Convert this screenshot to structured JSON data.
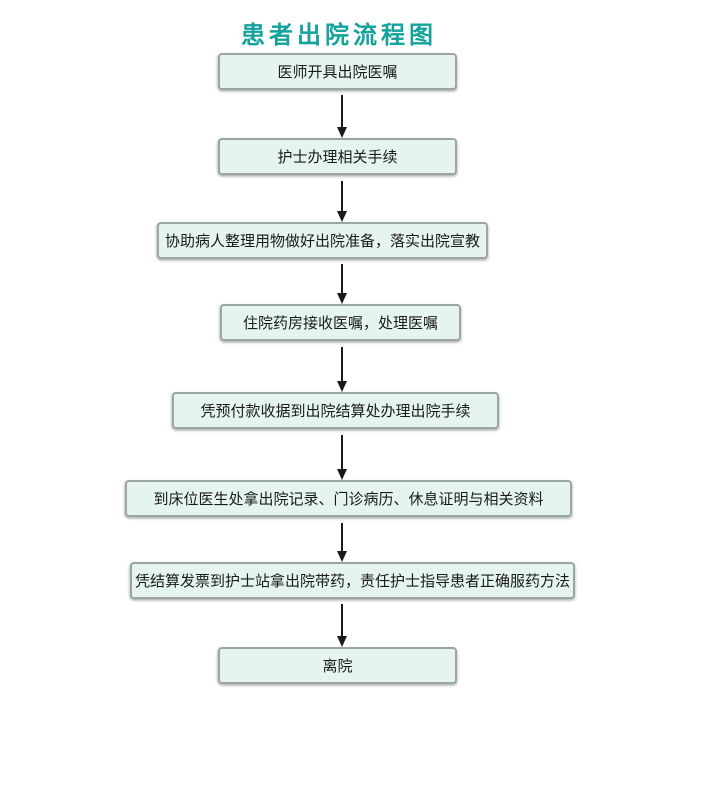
{
  "title": {
    "text": "患者出院流程图",
    "color": "#14A29C"
  },
  "flowchart": {
    "type": "flowchart",
    "direction": "top-down",
    "steps": [
      {
        "label": "医师开具出院医嘱"
      },
      {
        "label": "护士办理相关手续"
      },
      {
        "label": "协助病人整理用物做好出院准备，落实出院宣教"
      },
      {
        "label": "住院药房接收医嘱，处理医嘱"
      },
      {
        "label": "凭预付款收据到出院结算处办理出院手续"
      },
      {
        "label": "到床位医生处拿出院记录、门诊病历、休息证明与相关资料"
      },
      {
        "label": "凭结算发票到护士站拿出院带药，责任护士指导患者正确服药方法"
      },
      {
        "label": "离院"
      }
    ],
    "connector": "arrow-down",
    "colors": {
      "box_fill": "#E6F4F1",
      "box_border": "#9BA5A3",
      "box_text": "#1A1A1A",
      "arrow": "#1A1A1A",
      "background": "#FFFFFF"
    }
  }
}
